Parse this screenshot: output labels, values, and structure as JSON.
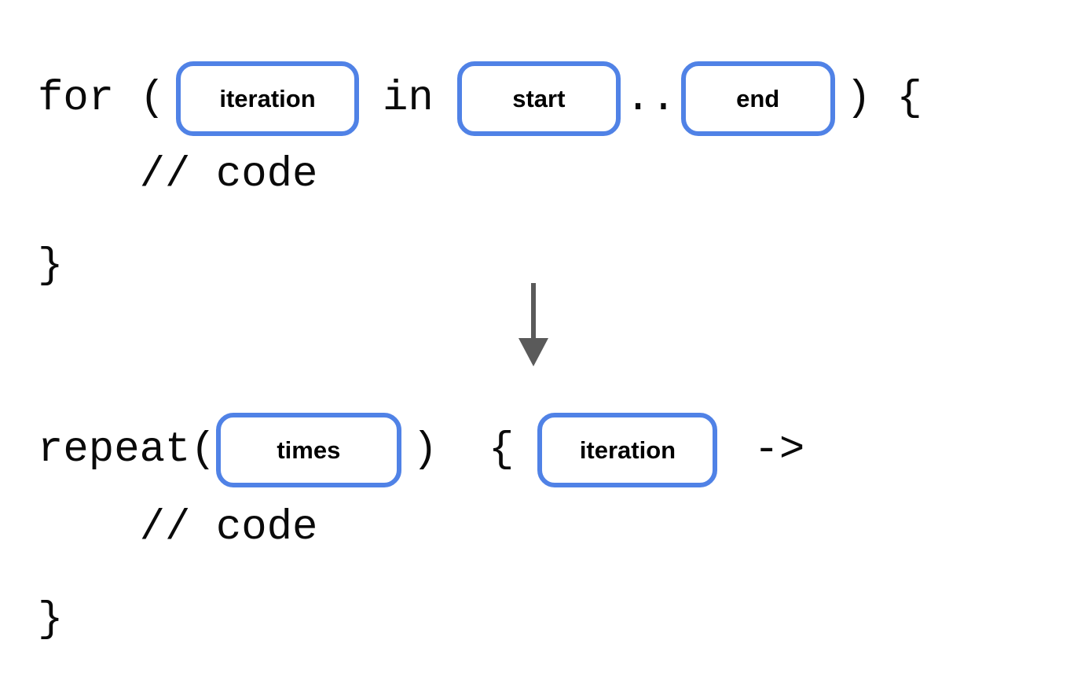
{
  "diagram": {
    "title": "for-loop to repeat conversion",
    "background_color": "#ffffff",
    "token_border_color": "#5082E6",
    "token_fill_color": "#ffffff",
    "code_text_color": "#0a0a0a",
    "arrow_color": "#5a5a5a"
  },
  "before": {
    "line1": {
      "kw_for": "for (",
      "token_iteration": "iteration",
      "kw_in": "in",
      "token_start": "start",
      "range_op": "..",
      "token_end": "end",
      "kw_close": ") {"
    },
    "line2": {
      "comment": "    // code"
    },
    "line3": {
      "brace_close": "}"
    }
  },
  "arrow": {
    "name": "down-arrow",
    "direction": "down"
  },
  "after": {
    "line1": {
      "kw_repeat": "repeat(",
      "token_times": "times",
      "kw_paren_brace": ")  {",
      "token_iteration": "iteration",
      "lambda_arrow": "->"
    },
    "line2": {
      "comment": "    // code"
    },
    "line3": {
      "brace_close": "}"
    }
  }
}
